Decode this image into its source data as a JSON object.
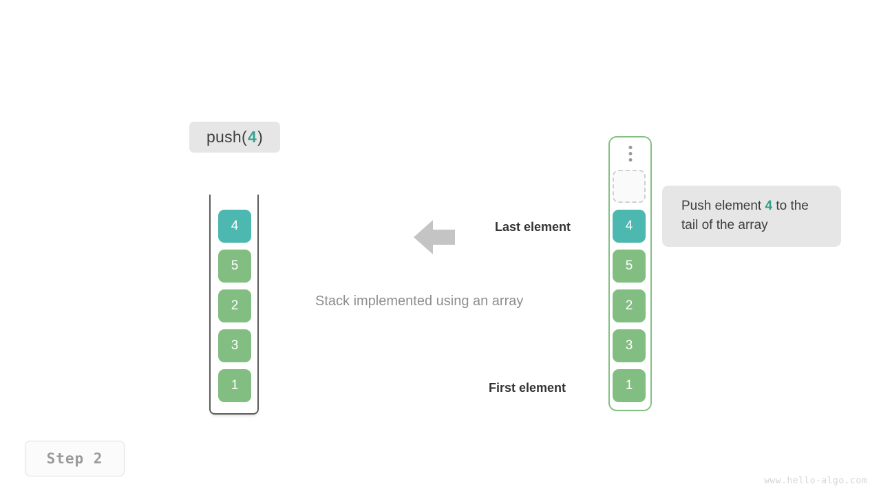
{
  "operation": {
    "prefix": "push(",
    "value": "4",
    "suffix": ")"
  },
  "stack_panel": {
    "name": "stack-implemented-using-array",
    "caption": "Stack implemented using an array",
    "cells": [
      {
        "value": "4",
        "style": "teal"
      },
      {
        "value": "5",
        "style": "green"
      },
      {
        "value": "2",
        "style": "green"
      },
      {
        "value": "3",
        "style": "green"
      },
      {
        "value": "1",
        "style": "green"
      }
    ]
  },
  "labels": {
    "last_element": "Last element",
    "first_element": "First element"
  },
  "array_panel": {
    "dots_icon": "vertical-ellipsis-icon",
    "cells": [
      {
        "value": "",
        "style": "empty"
      },
      {
        "value": "4",
        "style": "teal"
      },
      {
        "value": "5",
        "style": "green"
      },
      {
        "value": "2",
        "style": "green"
      },
      {
        "value": "3",
        "style": "green"
      },
      {
        "value": "1",
        "style": "green"
      }
    ]
  },
  "note": {
    "line1_prefix": "Push element ",
    "value": "4",
    "line1_suffix": " to",
    "line2": "the tail of the array"
  },
  "step_badge": "Step 2",
  "watermark": "www.hello-algo.com",
  "colors": {
    "accent_teal": "#4cb8b0",
    "accent_green": "#82be82",
    "note_value": "#2f9e8a",
    "op_value": "#3aa18f",
    "arrow_gray": "#c4c4c4",
    "caption_gray": "#8e8e8e",
    "label_dark": "#333333",
    "chip_bg": "#e6e6e6"
  },
  "icons": {
    "arrow_left": "arrow-left-icon"
  }
}
